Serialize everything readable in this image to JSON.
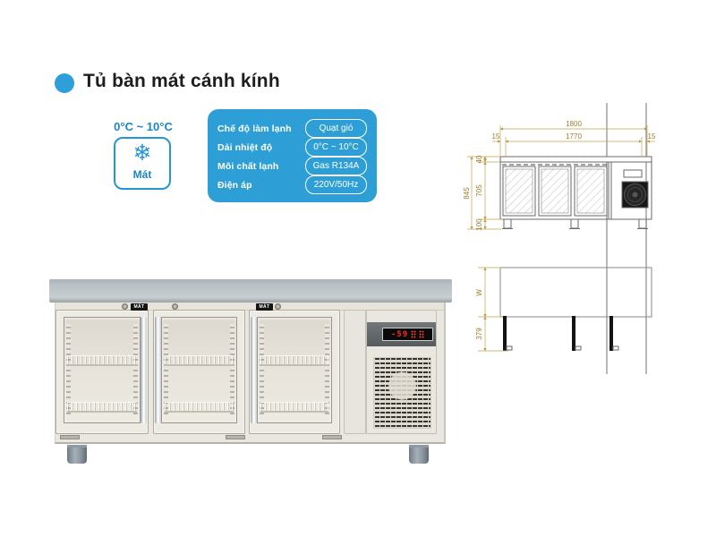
{
  "header": {
    "title": "Tủ bàn mát cánh kính",
    "bullet_color": "#2e9fd9"
  },
  "badge": {
    "temp_range": "0°C ~ 10°C",
    "label": "Mát",
    "icon": "snowflake-icon",
    "icon_glyph": "❄",
    "accent_color": "#1a85c8"
  },
  "specs": {
    "panel_color": "#2e9fd6",
    "rows": [
      {
        "label": "Chế độ làm lạnh",
        "value": "Quạt gió"
      },
      {
        "label": "Dải nhiệt độ",
        "value": "0°C ~ 10°C"
      },
      {
        "label": "Môi chất lạnh",
        "value": "Gas R134A"
      },
      {
        "label": "Điện áp",
        "value": "220V/50Hz"
      }
    ]
  },
  "drawing": {
    "dim_color": "#9c7c28",
    "line_color": "#6a6a6a",
    "dims": {
      "overall_width": "1800",
      "inner_width": "1770",
      "side_left": "15",
      "side_right": "15",
      "top_thickness": "40",
      "overall_height": "845",
      "door_height": "705",
      "leg_height": "100",
      "depth": "W",
      "door_swing": "379"
    }
  },
  "product": {
    "door_sticker": "MÁT",
    "display_value": "-59"
  }
}
